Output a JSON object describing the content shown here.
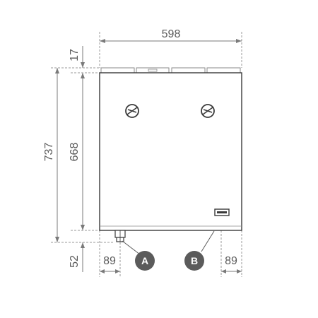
{
  "dimensions": {
    "overall_width": "598",
    "top_height": "17",
    "total_height": "737",
    "body_height": "668",
    "bottom_height": "52",
    "left_offset": "89",
    "right_offset": "89"
  },
  "labels": {
    "connection_a": "A",
    "connection_b": "B"
  },
  "colors": {
    "line": "#7a7a7a",
    "badge": "#5b5b5b"
  }
}
